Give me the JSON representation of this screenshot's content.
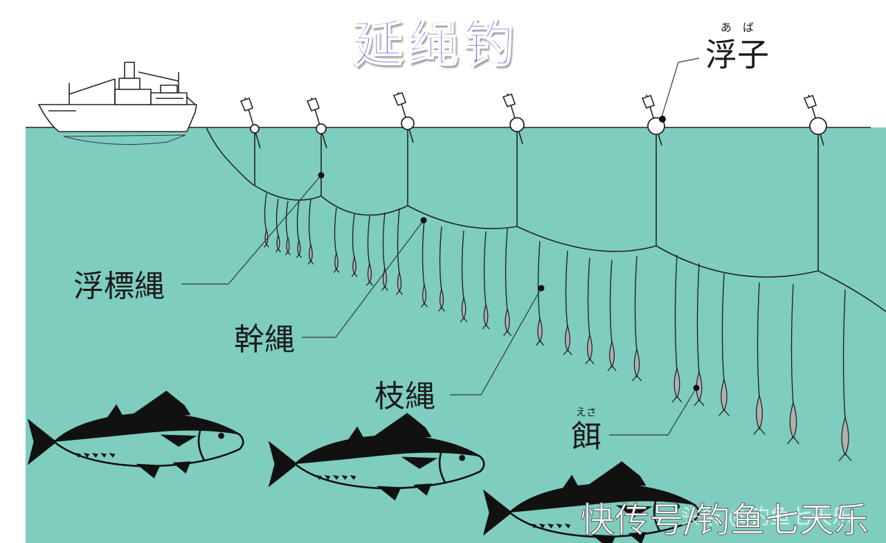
{
  "title": "延绳钓",
  "labels": {
    "float": {
      "text": "浮子",
      "ruby": "あ　ば"
    },
    "float_line": {
      "text": "浮標縄"
    },
    "main_line": {
      "text": "幹縄"
    },
    "branch_line": {
      "text": "枝縄"
    },
    "bait": {
      "text": "餌",
      "ruby": "えさ"
    }
  },
  "watermark": {
    "main": "快传号/钓鱼七天乐",
    "secondary": "头条 @钓鱼七天乐"
  },
  "colors": {
    "sea": "#7ecdbf",
    "title_fill": "#5b5bf0",
    "line": "#222222",
    "bait_fill": "#b0b0b0"
  },
  "icons": [
    "fishing-boat-icon",
    "float-flag-icon",
    "tuna-fish-icon",
    "bait-fish-icon"
  ]
}
